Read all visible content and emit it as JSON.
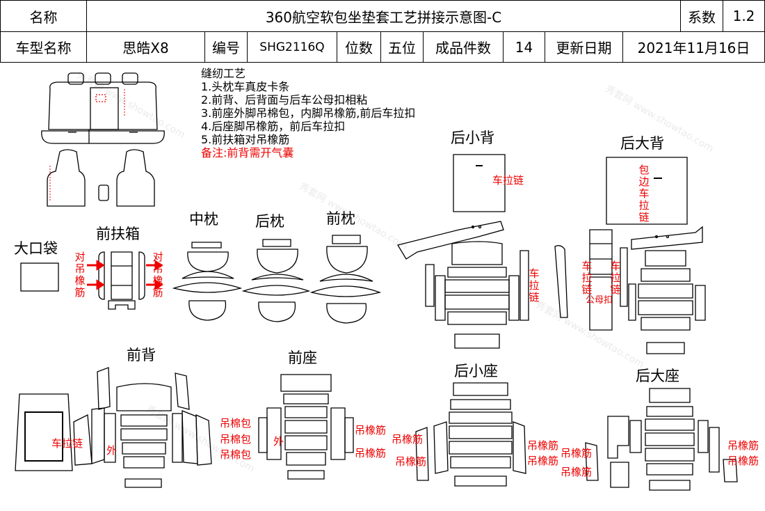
{
  "header": {
    "name_label": "名称",
    "title": "360航空软包坐垫套工艺拼接示意图-C",
    "coef_label": "系数",
    "coef_value": "1.2",
    "model_label": "车型名称",
    "model_value": "思皓X8",
    "code_label": "编号",
    "code_value": "SHG2116Q",
    "seats_label": "位数",
    "seats_value": "五位",
    "pieces_label": "成品件数",
    "pieces_value": "14",
    "date_label": "更新日期",
    "date_value": "2021年11月16日"
  },
  "notes": {
    "title": "缝纫工艺",
    "items": [
      "1.头枕车真皮卡条",
      "2.前背、后背面与后车公母扣相粘",
      "3.前座外脚吊棉包，内脚吊橡筋,前后车拉扣",
      "4.后座脚吊橡筋，前后车拉扣",
      "5.前扶箱对吊橡筋"
    ],
    "remark": "备注:前背需开气囊"
  },
  "sections": {
    "big_pocket": "大口袋",
    "front_armrest": "前扶箱",
    "mid_headrest": "中枕",
    "rear_headrest": "后枕",
    "front_headrest": "前枕",
    "rear_small_back": "后小背",
    "rear_big_back": "后大背",
    "front_back": "前背",
    "front_seat": "前座",
    "rear_small_seat": "后小座",
    "rear_big_seat": "后大座"
  },
  "red_labels": {
    "hang_elastic_pair": "对吊橡筋",
    "zipper": "车拉链",
    "zipper_vert": "车拉链",
    "edge_zipper": "包边车拉链",
    "outer": "外",
    "hang_cotton": "吊棉包",
    "hang_elastic": "吊橡筋",
    "male_female": "公母扣"
  },
  "watermark": "秀套网 www.showtao.com",
  "colors": {
    "accent_red": "#ee0000",
    "line": "#000000"
  }
}
